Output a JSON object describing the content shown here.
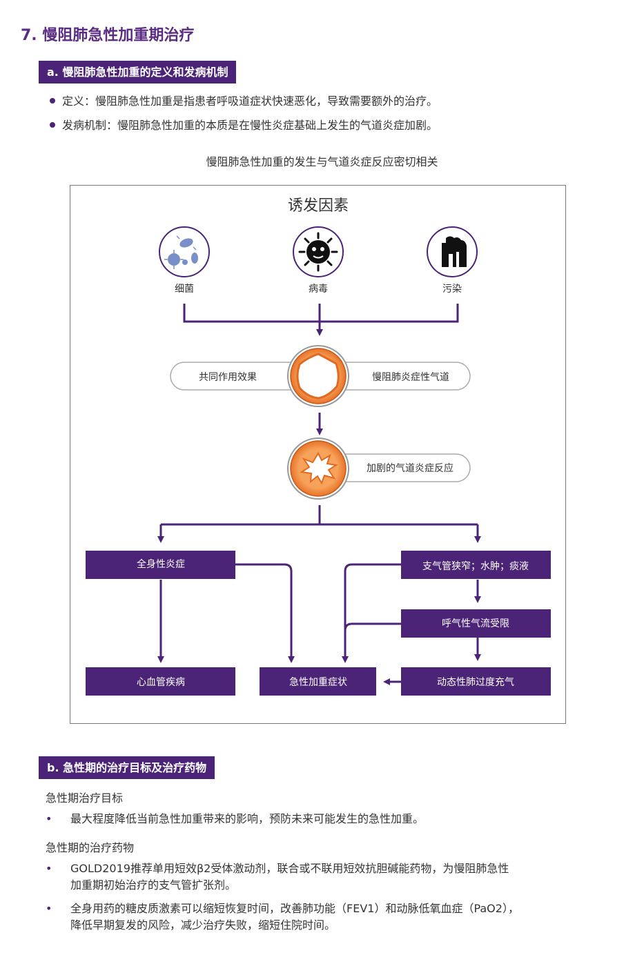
{
  "title": "7.  慢阻肺急性加重期治疗",
  "section_a": {
    "heading": "a. 慢阻肺急性加重的定义和发病机制",
    "bullets": [
      "定义：慢阻肺急性加重是指患者呼吸道症状快速恶化，导致需要额外的治疗。",
      "发病机制：慢阻肺急性加重的本质是在慢性炎症基础上发生的气道炎症加剧。"
    ]
  },
  "diagram": {
    "caption": "慢阻肺急性加重的发生与气道炎症反应密切相关",
    "triggers_title": "诱发因素",
    "triggers": [
      {
        "label": "细菌",
        "icon": "bacteria-icon"
      },
      {
        "label": "病毒",
        "icon": "virus-icon"
      },
      {
        "label": "污染",
        "icon": "factory-pollution-icon"
      }
    ],
    "combined_effect": "共同作用效果",
    "copd_airway": "慢阻肺炎症性气道",
    "intensified": "加剧的气道炎症反应",
    "systemic": "全身性炎症",
    "cardiovascular": "心血管疾病",
    "acute_symptoms": "急性加重症状",
    "bronchial": "支气管狭窄；水肿；痰液",
    "airflow": "呼气性气流受限",
    "hyperinflation": "动态性肺过度充气",
    "colors": {
      "purple": "#4b2478",
      "orange": "#e8732a",
      "light_orange": "#f5b27a"
    }
  },
  "section_b": {
    "heading": "b. 急性期的治疗目标及治疗药物",
    "goals_heading": "急性期治疗目标",
    "goals": [
      "最大程度降低当前急性加重带来的影响，预防未来可能发生的急性加重。"
    ],
    "drugs_heading": "急性期的治疗药物",
    "drugs": [
      {
        "line1": "GOLD2019推荐单用短效β2受体激动剂，联合或不联用短效抗胆碱能药物，为慢阻肺急性",
        "line2": "加重期初始治疗的支气管扩张剂。"
      },
      {
        "line1": "全身用药的糖皮质激素可以缩短恢复时间，改善肺功能（FEV1）和动脉低氧血症（PaO2），",
        "line2": "降低早期复发的风险，减少治疗失败，缩短住院时间。"
      }
    ],
    "bullet_symbol": "•"
  }
}
